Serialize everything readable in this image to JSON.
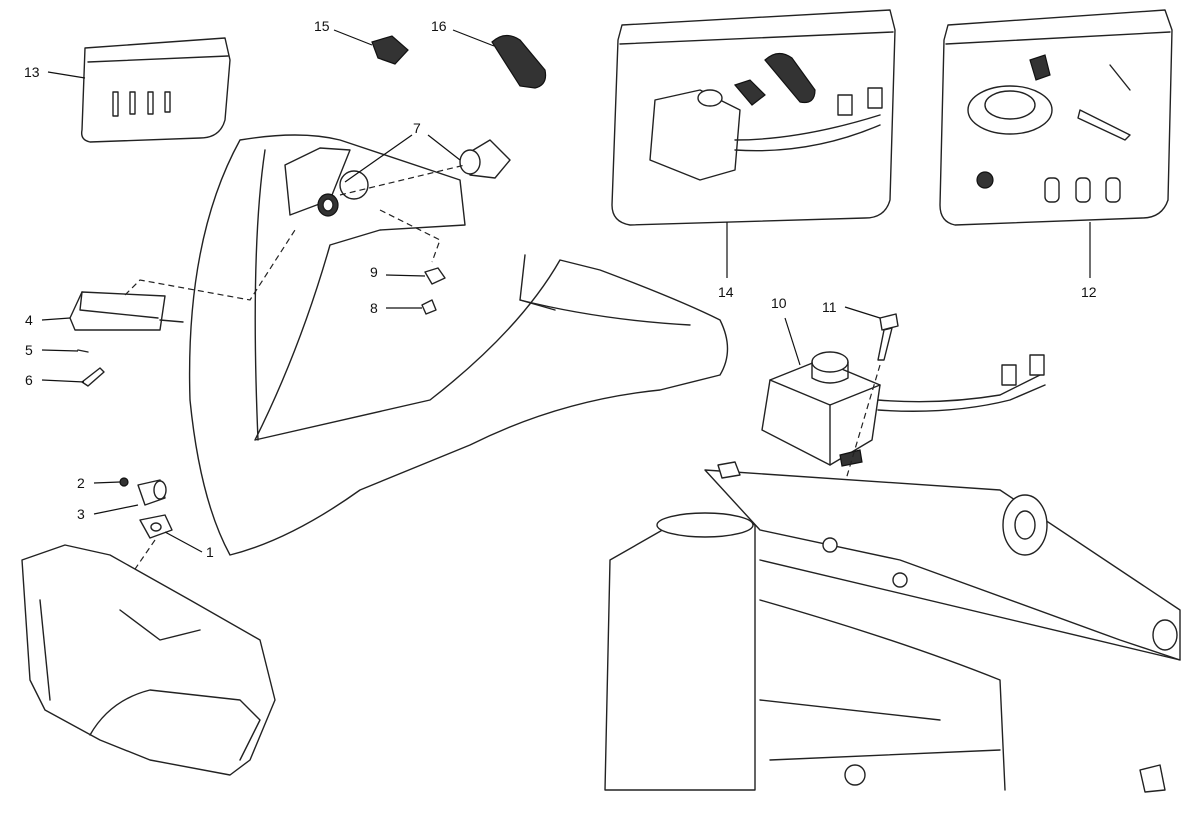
{
  "diagram": {
    "callouts": {
      "c1": "1",
      "c2": "2",
      "c3": "3",
      "c4": "4",
      "c5": "5",
      "c6": "6",
      "c7": "7",
      "c8": "8",
      "c9": "9",
      "c10": "10",
      "c11": "11",
      "c12": "12",
      "c13": "13",
      "c14": "14",
      "c15": "15",
      "c16": "16"
    }
  }
}
